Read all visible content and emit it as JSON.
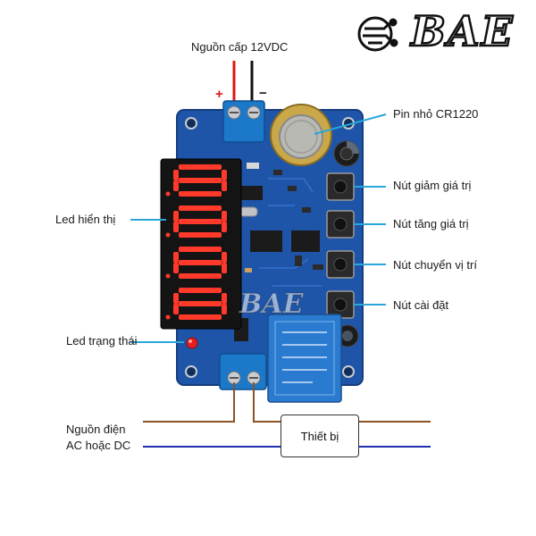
{
  "brand": {
    "logo_text": "BAE",
    "watermark": "BAE"
  },
  "labels": {
    "power_supply": "Nguồn cấp 12VDC",
    "plus": "+",
    "minus": "−",
    "battery": "Pin nhỏ CR1220",
    "btn_decrease": "Nút giảm giá trị",
    "btn_increase": "Nút tăng giá trị",
    "btn_move": "Nút chuyển vị trí",
    "btn_set": "Nút cài đặt",
    "led_display": "Led hiển thị",
    "led_status": "Led trạng thái",
    "source_line1": "Nguồn điện",
    "source_line2": "AC hoặc DC",
    "device": "Thiết bị"
  },
  "display_digits": [
    "8",
    "8",
    "8",
    "8"
  ],
  "colors": {
    "pcb": "#1e55a8",
    "pcb_dark": "#17468d",
    "terminal": "#1c78c9",
    "relay": "#2a7bd0",
    "display": "#141414",
    "segment": "#ff3a2a",
    "callout": "#2aa7d8",
    "wire_plus": "#e01515",
    "wire_minus": "#111111",
    "wire_ac_brown": "#8a5226",
    "wire_ac_blue": "#1f2fb0"
  }
}
